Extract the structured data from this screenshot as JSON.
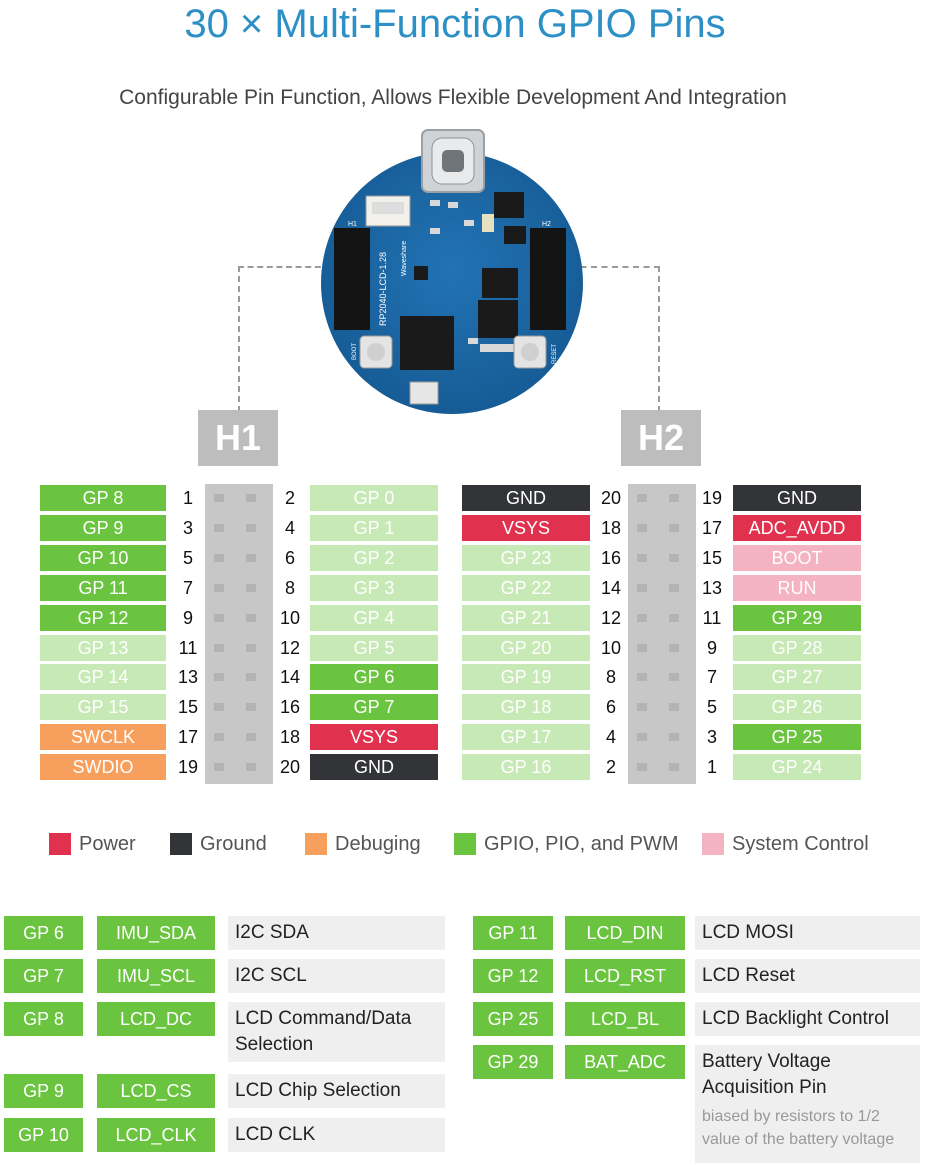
{
  "title": "30 × Multi-Function GPIO Pins",
  "subtitle": "Configurable Pin Function, Allows Flexible Development And Integration",
  "board": {
    "model": "RP2040-LCD-1.28",
    "brand": "Waveshare",
    "h1": "H1",
    "h2": "H2",
    "boot": "BOOT",
    "reset": "RESET"
  },
  "colors": {
    "power": "#e0314f",
    "ground": "#333438",
    "debug": "#f7a05e",
    "gpio": "#6ac43f",
    "gpio_light": "#c7e9b6",
    "system": "#f4b3c1",
    "table_bg": "#efefef"
  },
  "headers": {
    "h1": {
      "label": "H1",
      "rows": [
        {
          "left": {
            "label": "GP 8",
            "type": "gpio"
          },
          "ln": "1",
          "rn": "2",
          "right": {
            "label": "GP 0",
            "type": "gpio_light"
          }
        },
        {
          "left": {
            "label": "GP 9",
            "type": "gpio"
          },
          "ln": "3",
          "rn": "4",
          "right": {
            "label": "GP 1",
            "type": "gpio_light"
          }
        },
        {
          "left": {
            "label": "GP 10",
            "type": "gpio"
          },
          "ln": "5",
          "rn": "6",
          "right": {
            "label": "GP 2",
            "type": "gpio_light"
          }
        },
        {
          "left": {
            "label": "GP 11",
            "type": "gpio"
          },
          "ln": "7",
          "rn": "8",
          "right": {
            "label": "GP 3",
            "type": "gpio_light"
          }
        },
        {
          "left": {
            "label": "GP 12",
            "type": "gpio"
          },
          "ln": "9",
          "rn": "10",
          "right": {
            "label": "GP 4",
            "type": "gpio_light"
          }
        },
        {
          "left": {
            "label": "GP 13",
            "type": "gpio_light"
          },
          "ln": "11",
          "rn": "12",
          "right": {
            "label": "GP 5",
            "type": "gpio_light"
          }
        },
        {
          "left": {
            "label": "GP 14",
            "type": "gpio_light"
          },
          "ln": "13",
          "rn": "14",
          "right": {
            "label": "GP 6",
            "type": "gpio"
          }
        },
        {
          "left": {
            "label": "GP 15",
            "type": "gpio_light"
          },
          "ln": "15",
          "rn": "16",
          "right": {
            "label": "GP 7",
            "type": "gpio"
          }
        },
        {
          "left": {
            "label": "SWCLK",
            "type": "debug"
          },
          "ln": "17",
          "rn": "18",
          "right": {
            "label": "VSYS",
            "type": "power"
          }
        },
        {
          "left": {
            "label": "SWDIO",
            "type": "debug"
          },
          "ln": "19",
          "rn": "20",
          "right": {
            "label": "GND",
            "type": "ground"
          }
        }
      ]
    },
    "h2": {
      "label": "H2",
      "rows": [
        {
          "left": {
            "label": "GND",
            "type": "ground"
          },
          "ln": "20",
          "rn": "19",
          "right": {
            "label": "GND",
            "type": "ground"
          }
        },
        {
          "left": {
            "label": "VSYS",
            "type": "power"
          },
          "ln": "18",
          "rn": "17",
          "right": {
            "label": "ADC_AVDD",
            "type": "power"
          }
        },
        {
          "left": {
            "label": "GP 23",
            "type": "gpio_light"
          },
          "ln": "16",
          "rn": "15",
          "right": {
            "label": "BOOT",
            "type": "system"
          }
        },
        {
          "left": {
            "label": "GP 22",
            "type": "gpio_light"
          },
          "ln": "14",
          "rn": "13",
          "right": {
            "label": "RUN",
            "type": "system"
          }
        },
        {
          "left": {
            "label": "GP 21",
            "type": "gpio_light"
          },
          "ln": "12",
          "rn": "11",
          "right": {
            "label": "GP 29",
            "type": "gpio"
          }
        },
        {
          "left": {
            "label": "GP 20",
            "type": "gpio_light"
          },
          "ln": "10",
          "rn": "9",
          "right": {
            "label": "GP 28",
            "type": "gpio_light"
          }
        },
        {
          "left": {
            "label": "GP 19",
            "type": "gpio_light"
          },
          "ln": "8",
          "rn": "7",
          "right": {
            "label": "GP 27",
            "type": "gpio_light"
          }
        },
        {
          "left": {
            "label": "GP 18",
            "type": "gpio_light"
          },
          "ln": "6",
          "rn": "5",
          "right": {
            "label": "GP 26",
            "type": "gpio_light"
          }
        },
        {
          "left": {
            "label": "GP 17",
            "type": "gpio_light"
          },
          "ln": "4",
          "rn": "3",
          "right": {
            "label": "GP 25",
            "type": "gpio"
          }
        },
        {
          "left": {
            "label": "GP 16",
            "type": "gpio_light"
          },
          "ln": "2",
          "rn": "1",
          "right": {
            "label": "GP 24",
            "type": "gpio_light"
          }
        }
      ]
    }
  },
  "legend": [
    {
      "label": "Power",
      "type": "power"
    },
    {
      "label": "Ground",
      "type": "ground"
    },
    {
      "label": "Debuging",
      "type": "debug"
    },
    {
      "label": "GPIO, PIO, and PWM",
      "type": "gpio"
    },
    {
      "label": "System Control",
      "type": "system"
    }
  ],
  "functions": {
    "left": [
      {
        "gp": "GP 6",
        "signal": "IMU_SDA",
        "desc": "I2C SDA"
      },
      {
        "gp": "GP 7",
        "signal": "IMU_SCL",
        "desc": "I2C SCL"
      },
      {
        "gp": "GP 8",
        "signal": "LCD_DC",
        "desc": "LCD Command/Data Selection"
      },
      {
        "gp": "GP 9",
        "signal": "LCD_CS",
        "desc": "LCD Chip Selection"
      },
      {
        "gp": "GP 10",
        "signal": "LCD_CLK",
        "desc": "LCD CLK"
      }
    ],
    "right": [
      {
        "gp": "GP 11",
        "signal": "LCD_DIN",
        "desc": "LCD MOSI"
      },
      {
        "gp": "GP 12",
        "signal": "LCD_RST",
        "desc": "LCD Reset"
      },
      {
        "gp": "GP 25",
        "signal": "LCD_BL",
        "desc": "LCD Backlight Control"
      },
      {
        "gp": "GP 29",
        "signal": "BAT_ADC",
        "desc": "Battery Voltage Acquisition Pin",
        "note": "biased by resistors to 1/2 value of the battery voltage"
      }
    ]
  }
}
